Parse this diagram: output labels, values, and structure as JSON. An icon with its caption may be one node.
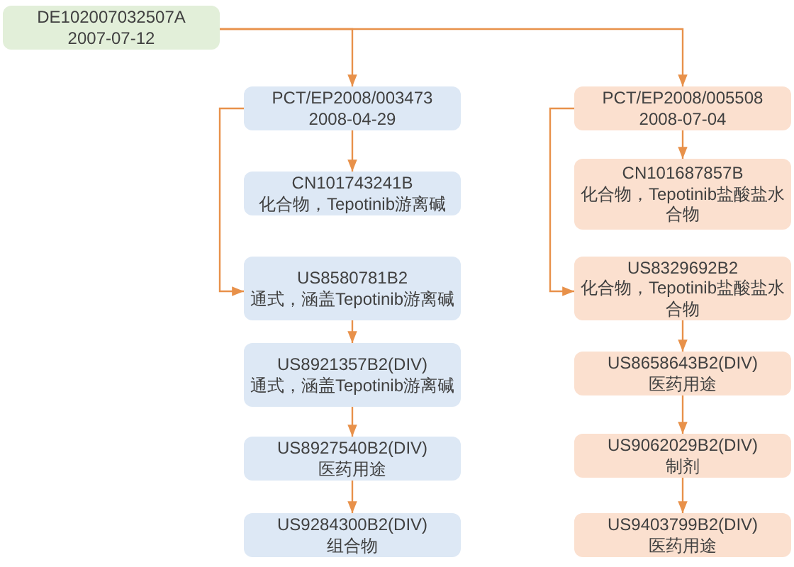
{
  "diagram": {
    "nodes": [
      {
        "text": [
          "DE102007032507A",
          "2007-07-12"
        ]
      },
      {
        "text": [
          "PCT/EP2008/003473",
          "2008-04-29"
        ]
      },
      {
        "text": [
          "CN101743241B",
          "化合物，Tepotinib游离碱"
        ]
      },
      {
        "text": [
          "US8580781B2",
          "通式，涵盖Tepotinib游离碱"
        ]
      },
      {
        "text": [
          "US8921357B2(DIV)",
          "通式，涵盖Tepotinib游离碱"
        ]
      },
      {
        "text": [
          "US8927540B2(DIV)",
          "医药用途"
        ]
      },
      {
        "text": [
          "US9284300B2(DIV)",
          "组合物"
        ]
      },
      {
        "text": [
          "PCT/EP2008/005508",
          "2008-07-04"
        ]
      },
      {
        "text": [
          "CN101687857B",
          "化合物，Tepotinib盐酸盐水合物"
        ]
      },
      {
        "text": [
          "US8329692B2",
          "化合物，Tepotinib盐酸盐水合物"
        ]
      },
      {
        "text": [
          "US8658643B2(DIV)",
          "医药用途"
        ]
      },
      {
        "text": [
          "US9062029B2(DIV)",
          "制剂"
        ]
      },
      {
        "text": [
          "US9403799B2(DIV)",
          "医药用途"
        ]
      }
    ],
    "edges": [
      {
        "from": 0,
        "to": 1,
        "arrow": "to"
      },
      {
        "from": 0,
        "to": 7,
        "arrow": "to"
      },
      {
        "from": 1,
        "to": 2,
        "arrow": "to"
      },
      {
        "from": 1,
        "to": 3,
        "arrow": "to"
      },
      {
        "from": 3,
        "to": 4,
        "arrow": "to"
      },
      {
        "from": 4,
        "to": 5,
        "arrow": "to"
      },
      {
        "from": 5,
        "to": 6,
        "arrow": "to"
      },
      {
        "from": 7,
        "to": 8,
        "arrow": "to"
      },
      {
        "from": 7,
        "to": 9,
        "arrow": "to"
      },
      {
        "from": 9,
        "to": 10,
        "arrow": "to"
      },
      {
        "from": 10,
        "to": 11,
        "arrow": "to"
      },
      {
        "from": 11,
        "to": 12,
        "arrow": "to"
      }
    ]
  }
}
